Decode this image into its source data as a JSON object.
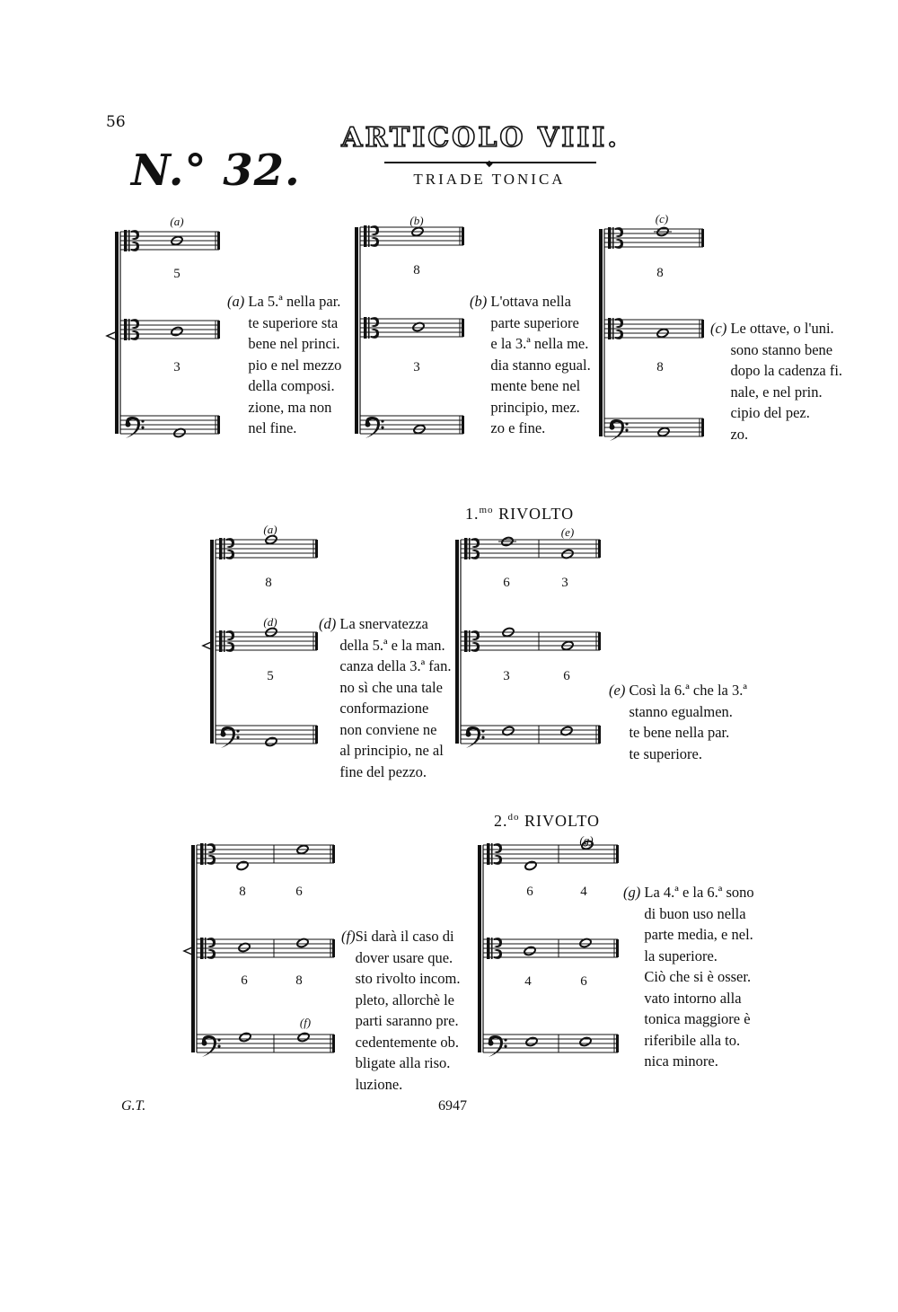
{
  "page": {
    "number": "56",
    "heading": "ARTICOLO VIII.",
    "example_number": "N.° 32.",
    "subtitle": "TRIADE TONICA"
  },
  "first_rivolto_title": {
    "num": "1.",
    "sup": "mo",
    "word": "RIVOLTO"
  },
  "second_rivolto_title": {
    "num": "2.",
    "sup": "do",
    "word": "RIVOLTO"
  },
  "systems": [
    {
      "labels": [
        "(a)"
      ],
      "figures": [
        "5",
        "3"
      ]
    },
    {
      "labels": [
        "(b)"
      ],
      "figures": [
        "8",
        "3"
      ]
    },
    {
      "labels": [
        "(c)"
      ],
      "figures": [
        "8",
        "8"
      ]
    },
    {
      "labels": [
        "(a)",
        "(d)"
      ],
      "figures": [
        "8",
        "5"
      ]
    },
    {
      "labels": [
        "(e)"
      ],
      "figures": [
        "6",
        "3",
        "3",
        "6"
      ]
    },
    {
      "labels": [],
      "figures": [
        "8",
        "6",
        "6",
        "8"
      ]
    },
    {
      "labels": [
        "(g)"
      ],
      "figures": [
        "6",
        "4",
        "4",
        "6"
      ]
    },
    {
      "labels": [
        "(f)"
      ],
      "figures": []
    }
  ],
  "notes": {
    "a1": {
      "marker": "(a)",
      "text": "La 5.ª nella par.\nte superiore sta\nbene nel princi.\npio e nel mezzo\ndella composi.\nzione, ma non\nnel fine."
    },
    "b": {
      "marker": "(b)",
      "text": "L'ottava nella\nparte superiore\ne la 3.ª nella me.\ndia stanno egual.\nmente bene nel\nprincipio, mez.\nzo e fine."
    },
    "c": {
      "marker": "(c)",
      "text": "Le ottave, o l'uni.\nsono stanno bene\ndopo la cadenza fi.\nnale, e nel prin.\ncipio del pez.\nzo."
    },
    "d": {
      "marker": "(d)",
      "text": "La snervatezza\ndella 5.ª e la man.\ncanza della 3.ª fan.\nno sì che una tale\nconformazione\nnon conviene ne\nal principio, ne al\nfine del pezzo."
    },
    "e": {
      "marker": "(e)",
      "text": "Così la 6.ª che la 3.ª\nstanno egualmen.\nte bene nella par.\nte superiore."
    },
    "f": {
      "marker": "(f)",
      "text": "Si darà il caso di\ndover usare que.\nsto rivolto incom.\npleto, allorchè le\nparti saranno pre.\ncedentemente ob.\nbligate alla riso.\nluzione."
    },
    "g": {
      "marker": "(g)",
      "text": "La 4.ª e la 6.ª sono\ndi buon uso nella\nparte media, e nel.\nla superiore.\nCiò che si è osser.\nvato intorno alla\ntonica maggiore è\nriferibile alla to.\nnica minore."
    }
  },
  "footer": {
    "left": "G.T.",
    "center": "6947"
  }
}
